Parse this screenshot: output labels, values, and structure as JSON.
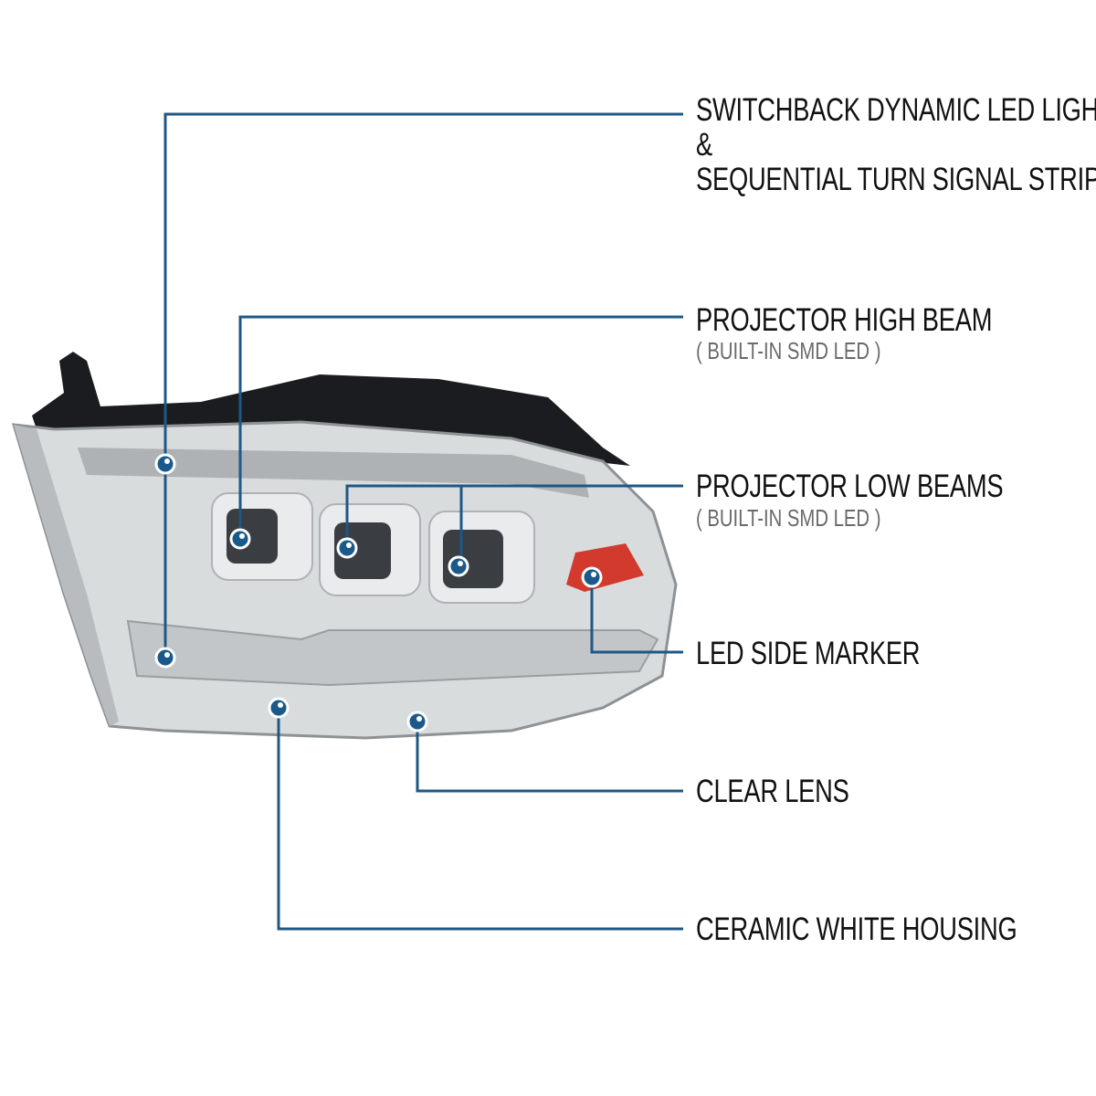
{
  "callouts": [
    {
      "title": "SWITCHBACK DYNAMIC LED LIGHT",
      "title2": "&",
      "title3": "SEQUENTIAL TURN SIGNAL STRIPS"
    },
    {
      "title": "PROJECTOR HIGH BEAM",
      "subtitle": "( BUILT-IN SMD LED )"
    },
    {
      "title": "PROJECTOR LOW BEAMS",
      "subtitle": "( BUILT-IN SMD LED )"
    },
    {
      "title": "LED SIDE MARKER"
    },
    {
      "title": "CLEAR LENS"
    },
    {
      "title": "CERAMIC WHITE HOUSING"
    }
  ],
  "colors": {
    "leader_line": "#1f5785",
    "dot": "#1a5a8a",
    "housing": "#d9dcdd",
    "side_marker": "#d23a2e",
    "lens": "#3a3d42"
  }
}
